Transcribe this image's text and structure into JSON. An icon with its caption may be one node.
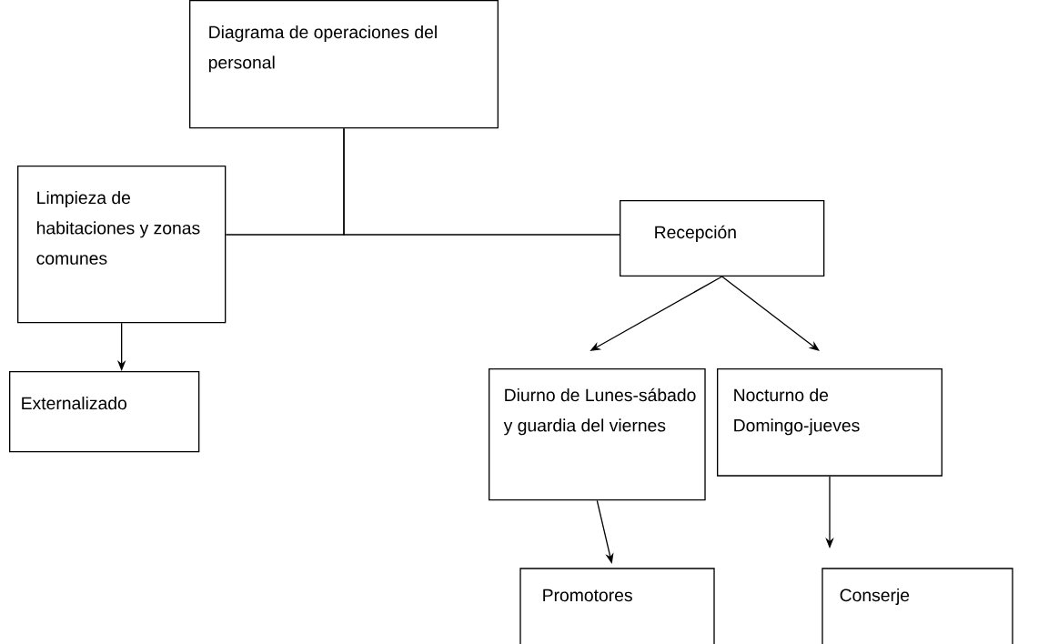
{
  "diagram": {
    "nodes": [
      {
        "text": [
          "Diagrama de operaciones del personal"
        ]
      },
      {
        "text": [
          "Limpieza de habitaciones y zonas comunes"
        ]
      },
      {
        "text": [
          "Recepción"
        ]
      },
      {
        "text": [
          "Externalizado"
        ]
      },
      {
        "text": [
          "Diurno de Lunes-sábado y guardia del viernes"
        ]
      },
      {
        "text": [
          "Nocturno de Domingo-jueves"
        ]
      },
      {
        "text": [
          "Promotores"
        ]
      },
      {
        "text": [
          "Conserje"
        ]
      }
    ],
    "edges": [
      {
        "from": 0,
        "to": 1,
        "arrow": "none"
      },
      {
        "from": 0,
        "to": 2,
        "arrow": "none"
      },
      {
        "from": 1,
        "to": 3,
        "arrow": "to"
      },
      {
        "from": 2,
        "to": 4,
        "arrow": "to"
      },
      {
        "from": 2,
        "to": 5,
        "arrow": "to"
      },
      {
        "from": 4,
        "to": 6,
        "arrow": "to"
      },
      {
        "from": 5,
        "to": 7,
        "arrow": "to"
      }
    ]
  }
}
